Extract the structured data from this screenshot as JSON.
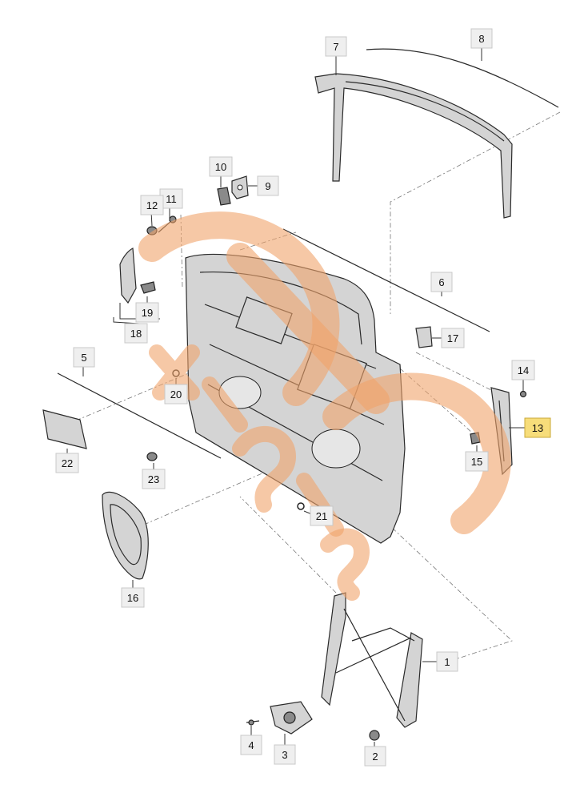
{
  "diagram": {
    "callouts": [
      {
        "label": "1"
      },
      {
        "label": "2"
      },
      {
        "label": "3"
      },
      {
        "label": "4"
      },
      {
        "label": "5"
      },
      {
        "label": "6"
      },
      {
        "label": "7"
      },
      {
        "label": "8"
      },
      {
        "label": "9"
      },
      {
        "label": "10"
      },
      {
        "label": "11"
      },
      {
        "label": "12"
      },
      {
        "label": "13"
      },
      {
        "label": "14"
      },
      {
        "label": "15"
      },
      {
        "label": "16"
      },
      {
        "label": "17"
      },
      {
        "label": "18"
      },
      {
        "label": "19"
      },
      {
        "label": "20"
      },
      {
        "label": "21"
      },
      {
        "label": "22"
      },
      {
        "label": "23"
      }
    ],
    "highlighted_label": "13",
    "colors": {
      "callout_fill": "#efefef",
      "highlight_fill": "#f7dd7a",
      "watermark": "#f0a46a",
      "part_fill": "#d4d4d4"
    }
  }
}
